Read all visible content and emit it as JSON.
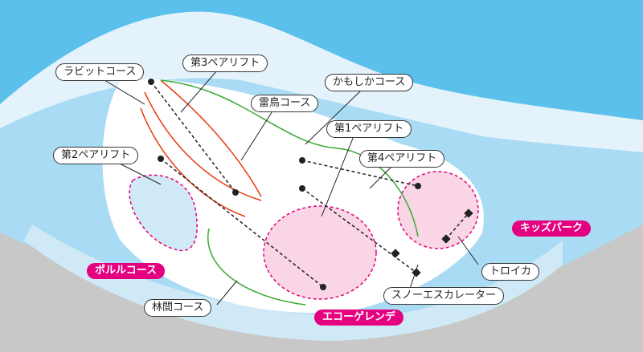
{
  "colors": {
    "sky": "#5bc0eb",
    "snow": "#ffffff",
    "slope_blue": "#cfe9f7",
    "ground": "#c8c8c8",
    "park_pink": "#f9d5e5",
    "highlight": "#e4007f",
    "course_red": "#e8380d",
    "course_green": "#3aa935"
  },
  "labels": {
    "rabbit": "ラビットコース",
    "lift3": "第3ペアリフト",
    "kamoshika": "かもしかコース",
    "raicho": "雷鳥コース",
    "lift1": "第1ペアリフト",
    "lift2": "第2ペアリフト",
    "lift4": "第4ペアリフト",
    "troika": "トロイカ",
    "rinkan": "林間コース",
    "escalator": "スノーエスカレーター"
  },
  "areas": {
    "kids": "キッズパーク",
    "porulu": "ポルルコース",
    "echo": "エコーゲレンデ"
  }
}
